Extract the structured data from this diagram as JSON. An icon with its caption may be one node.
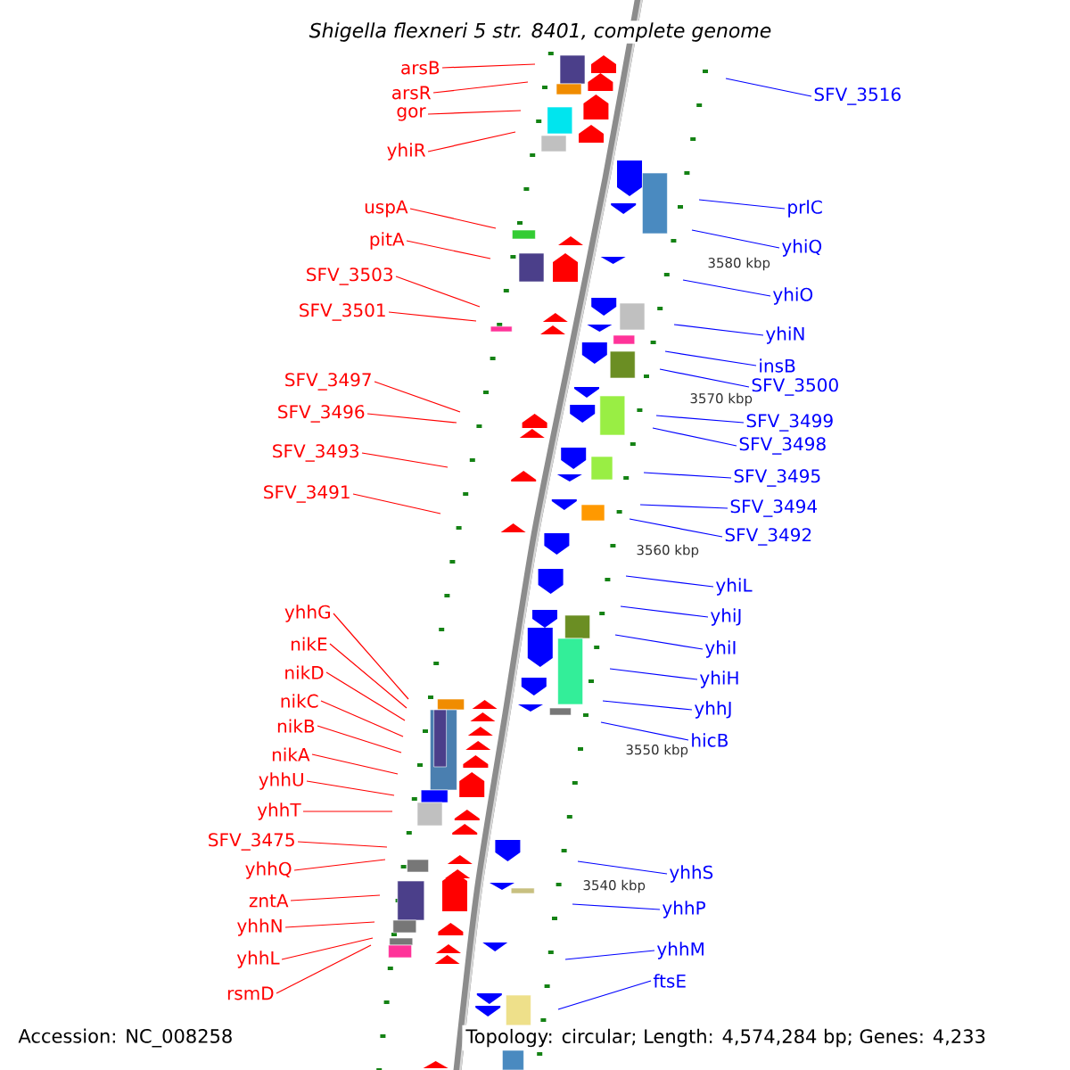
{
  "diagram": {
    "title": "Shigella flexneri 5 str. 8401, complete genome",
    "nodes": [
      {
        "text": [
          "arsB"
        ]
      },
      {
        "text": [
          "arsR"
        ]
      },
      {
        "text": [
          "gor"
        ]
      },
      {
        "text": [
          "yhiR"
        ]
      },
      {
        "text": [
          "uspA"
        ]
      },
      {
        "text": [
          "pitA"
        ]
      },
      {
        "text": [
          "SFV_3503"
        ]
      },
      {
        "text": [
          "SFV_3501"
        ]
      },
      {
        "text": [
          "SFV_3497"
        ]
      },
      {
        "text": [
          "SFV_3496"
        ]
      },
      {
        "text": [
          "SFV_3493"
        ]
      },
      {
        "text": [
          "SFV_3491"
        ]
      },
      {
        "text": [
          "yhhG"
        ]
      },
      {
        "text": [
          "nikE"
        ]
      },
      {
        "text": [
          "nikD"
        ]
      },
      {
        "text": [
          "nikC"
        ]
      },
      {
        "text": [
          "nikB"
        ]
      },
      {
        "text": [
          "nikA"
        ]
      },
      {
        "text": [
          "yhhU"
        ]
      },
      {
        "text": [
          "yhhT"
        ]
      },
      {
        "text": [
          "SFV_3475"
        ]
      },
      {
        "text": [
          "yhhQ"
        ]
      },
      {
        "text": [
          "zntA"
        ]
      },
      {
        "text": [
          "yhhN"
        ]
      },
      {
        "text": [
          "yhhL"
        ]
      },
      {
        "text": [
          "rsmD"
        ]
      },
      {
        "text": [
          "SFV_3516"
        ]
      },
      {
        "text": [
          "prlC"
        ]
      },
      {
        "text": [
          "yhiQ"
        ]
      },
      {
        "text": [
          "yhiO"
        ]
      },
      {
        "text": [
          "yhiN"
        ]
      },
      {
        "text": [
          "insB"
        ]
      },
      {
        "text": [
          "SFV_3500"
        ]
      },
      {
        "text": [
          "SFV_3499"
        ]
      },
      {
        "text": [
          "SFV_3498"
        ]
      },
      {
        "text": [
          "SFV_3495"
        ]
      },
      {
        "text": [
          "SFV_3494"
        ]
      },
      {
        "text": [
          "SFV_3492"
        ]
      },
      {
        "text": [
          "yhiL"
        ]
      },
      {
        "text": [
          "yhiJ"
        ]
      },
      {
        "text": [
          "yhiI"
        ]
      },
      {
        "text": [
          "yhiH"
        ]
      },
      {
        "text": [
          "yhhJ"
        ]
      },
      {
        "text": [
          "hicB"
        ]
      },
      {
        "text": [
          "yhhS"
        ]
      },
      {
        "text": [
          "yhhP"
        ]
      },
      {
        "text": [
          "yhhM"
        ]
      },
      {
        "text": [
          "ftsE"
        ]
      }
    ],
    "edges": [
      {
        "from": 0,
        "to": null,
        "arrow": "none"
      },
      {
        "from": 1,
        "to": null,
        "arrow": "none"
      },
      {
        "from": 2,
        "to": null,
        "arrow": "none"
      },
      {
        "from": 3,
        "to": null,
        "arrow": "none"
      },
      {
        "from": 4,
        "to": null,
        "arrow": "none"
      },
      {
        "from": 5,
        "to": null,
        "arrow": "none"
      },
      {
        "from": 6,
        "to": null,
        "arrow": "none"
      },
      {
        "from": 7,
        "to": null,
        "arrow": "none"
      },
      {
        "from": 8,
        "to": null,
        "arrow": "none"
      },
      {
        "from": 9,
        "to": null,
        "arrow": "none"
      },
      {
        "from": 10,
        "to": null,
        "arrow": "none"
      },
      {
        "from": 11,
        "to": null,
        "arrow": "none"
      },
      {
        "from": 12,
        "to": null,
        "arrow": "none"
      },
      {
        "from": 13,
        "to": null,
        "arrow": "none"
      },
      {
        "from": 14,
        "to": null,
        "arrow": "none"
      },
      {
        "from": 15,
        "to": null,
        "arrow": "none"
      },
      {
        "from": 16,
        "to": null,
        "arrow": "none"
      },
      {
        "from": 17,
        "to": null,
        "arrow": "none"
      },
      {
        "from": 18,
        "to": null,
        "arrow": "none"
      },
      {
        "from": 19,
        "to": null,
        "arrow": "none"
      },
      {
        "from": 20,
        "to": null,
        "arrow": "none"
      },
      {
        "from": 21,
        "to": null,
        "arrow": "none"
      },
      {
        "from": 22,
        "to": null,
        "arrow": "none"
      },
      {
        "from": 23,
        "to": null,
        "arrow": "none"
      },
      {
        "from": 24,
        "to": null,
        "arrow": "none"
      },
      {
        "from": 25,
        "to": null,
        "arrow": "none"
      },
      {
        "from": 26,
        "to": null,
        "arrow": "none",
        "color": "#0000ff"
      },
      {
        "from": 27,
        "to": null,
        "arrow": "none",
        "color": "#0000ff"
      },
      {
        "from": 28,
        "to": null,
        "arrow": "none",
        "color": "#0000ff"
      },
      {
        "from": 29,
        "to": null,
        "arrow": "none",
        "color": "#0000ff"
      },
      {
        "from": 30,
        "to": null,
        "arrow": "none",
        "color": "#0000ff"
      },
      {
        "from": 31,
        "to": null,
        "arrow": "none",
        "color": "#0000ff"
      },
      {
        "from": 32,
        "to": null,
        "arrow": "none",
        "color": "#0000ff"
      },
      {
        "from": 33,
        "to": null,
        "arrow": "none",
        "color": "#0000ff"
      },
      {
        "from": 34,
        "to": null,
        "arrow": "none",
        "color": "#0000ff"
      },
      {
        "from": 35,
        "to": null,
        "arrow": "none",
        "color": "#0000ff"
      },
      {
        "from": 36,
        "to": null,
        "arrow": "none",
        "color": "#0000ff"
      },
      {
        "from": 37,
        "to": null,
        "arrow": "none",
        "color": "#0000ff"
      },
      {
        "from": 38,
        "to": null,
        "arrow": "none",
        "color": "#0000ff"
      },
      {
        "from": 39,
        "to": null,
        "arrow": "none",
        "color": "#0000ff"
      },
      {
        "from": 40,
        "to": null,
        "arrow": "none",
        "color": "#0000ff"
      },
      {
        "from": 41,
        "to": null,
        "arrow": "none",
        "color": "#0000ff"
      },
      {
        "from": 42,
        "to": null,
        "arrow": "none",
        "color": "#0000ff"
      },
      {
        "from": 43,
        "to": null,
        "arrow": "none",
        "color": "#0000ff"
      },
      {
        "from": 44,
        "to": null,
        "arrow": "none",
        "color": "#0000ff"
      },
      {
        "from": 45,
        "to": null,
        "arrow": "none",
        "color": "#0000ff"
      },
      {
        "from": 46,
        "to": null,
        "arrow": "none",
        "color": "#0000ff"
      },
      {
        "from": 47,
        "to": null,
        "arrow": "none",
        "color": "#0000ff"
      }
    ],
    "labels": [
      "3580 kbp",
      "3570 kbp",
      "3560 kbp",
      "3550 kbp",
      "3540 kbp",
      "Accession: NC_008258",
      "Topology: circular; Length: 4,574,284 bp; Genes: 4,233"
    ]
  }
}
